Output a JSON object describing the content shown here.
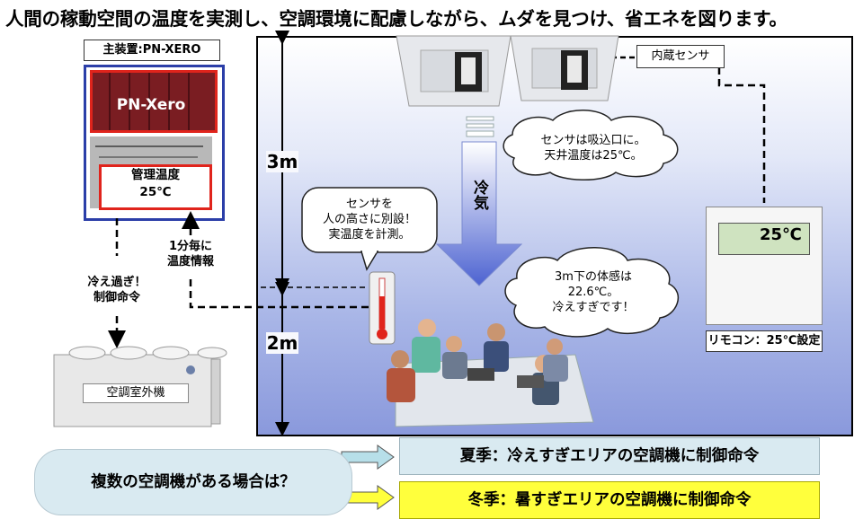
{
  "title": "人間の稼動空間の温度を実測し、空調環境に配慮しながら、ムダを見つけ、省エネを図ります。",
  "main_device": {
    "label": "主装置:PN-XERO",
    "brand": "PN-Xero",
    "box_line1": "管理温度",
    "box_line2": "25℃"
  },
  "labels": {
    "interval_line1": "1分毎に",
    "interval_line2": "温度情報",
    "overcool_line1": "冷え過ぎ！",
    "overcool_line2": "制御命令",
    "outdoor_unit": "空調室外機"
  },
  "room": {
    "height_top": "3m",
    "height_bottom": "2m",
    "airflow": "冷気",
    "builtin_sensor": "内蔵センサ",
    "remote_temp": "25℃",
    "remote_label": "リモコン：25℃設定"
  },
  "callouts": {
    "intake": [
      "センサは吸込口に。",
      "天井温度は25℃。"
    ],
    "separate": [
      "センサを",
      "人の高さに別設！",
      "実温度を計測。"
    ],
    "felt": [
      "3m下の体感は",
      "22.6℃。",
      "冷えすぎです！"
    ]
  },
  "bottom": {
    "question": "複数の空調機がある場合は？",
    "summer": "夏季：冷えすぎエリアの空調機に制御命令",
    "winter": "冬季：暑すぎエリアの空調機に制御命令"
  },
  "colors": {
    "frame_blue": "#2b3ea8",
    "frame_red": "#e0241c",
    "winter_yellow": "#ffff3c",
    "summer_blue": "#d9eaf1"
  }
}
